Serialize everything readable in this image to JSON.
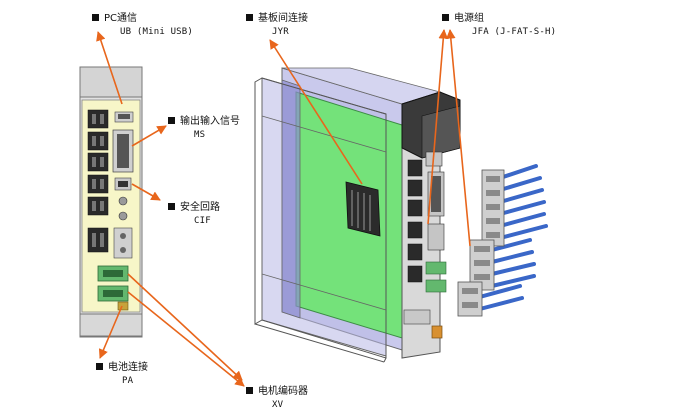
{
  "labels": {
    "pc": {
      "name": "PC通信",
      "code": "UB (Mini USB)"
    },
    "io": {
      "name": "输出输入信号",
      "code": "MS"
    },
    "safety": {
      "name": "安全回路",
      "code": "CIF"
    },
    "battery": {
      "name": "电池连接",
      "code": "PA"
    },
    "encoder": {
      "name": "电机编码器",
      "code": "XV"
    },
    "board": {
      "name": "基板间连接",
      "code": "JYR"
    },
    "power": {
      "name": "电源组",
      "code": "JFA (J-FAT-S-H)"
    }
  },
  "colors": {
    "arrow": "#e8661c",
    "faceplate": "#f7f6c8",
    "pcb": "#74e27a",
    "enclosure": "#9a9bdc",
    "heatsink": "#3a3a3a",
    "wire": "#3a67c8"
  }
}
